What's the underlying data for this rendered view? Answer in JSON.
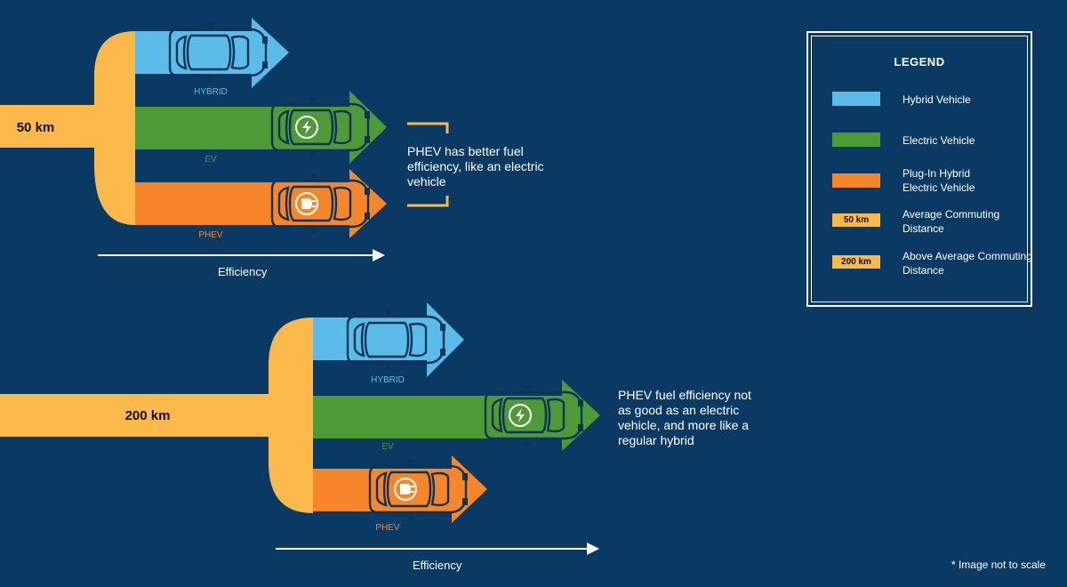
{
  "colors": {
    "background": "#0a3a63",
    "hybrid": "#5bbbe9",
    "ev": "#4e9a36",
    "phev": "#f7862b",
    "distance": "#fbb84b",
    "car_outline": "#0d3456"
  },
  "top": {
    "distance_label": "50 km",
    "labels": {
      "hybrid": "HYBRID",
      "ev": "EV",
      "phev": "PHEV"
    },
    "note": "PHEV has better fuel efficiency, like an electric vehicle",
    "axis_label": "Efficiency"
  },
  "bottom": {
    "distance_label": "200 km",
    "labels": {
      "hybrid": "HYBRID",
      "ev": "EV",
      "phev": "PHEV"
    },
    "note": "PHEV fuel efficiency not as good as an electric vehicle, and more like a regular hybrid",
    "axis_label": "Efficiency"
  },
  "legend": {
    "title": "LEGEND",
    "items": [
      {
        "label": "Hybrid Vehicle"
      },
      {
        "label": "Electric Vehicle"
      },
      {
        "label": "Plug-In Hybrid Electric Vehicle"
      },
      {
        "badge": "50 km",
        "label": "Average Commuting Distance"
      },
      {
        "badge": "200 km",
        "label": "Above Average Commuting Distance"
      }
    ]
  },
  "icons": {
    "car": "car-icon",
    "lightning": "lightning-icon",
    "plug": "plug-icon"
  },
  "footnote": "* Image not to scale"
}
